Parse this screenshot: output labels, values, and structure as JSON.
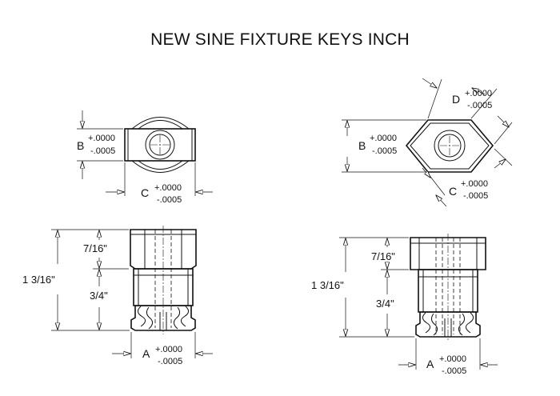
{
  "title": "NEW SINE FIXTURE KEYS INCH",
  "left": {
    "top_view": {
      "dim_b": {
        "letter": "B",
        "plus": "+.0000",
        "minus": "-.0005"
      },
      "dim_c": {
        "letter": "C",
        "plus": "+.0000",
        "minus": "-.0005"
      }
    },
    "side_view": {
      "overall": "1 3/16\"",
      "upper": "7/16\"",
      "lower": "3/4\"",
      "dim_a": {
        "letter": "A",
        "plus": "+.0000",
        "minus": "-.0005"
      }
    }
  },
  "right": {
    "top_view": {
      "dim_d": {
        "letter": "D",
        "plus": "+.0000",
        "minus": "-.0005"
      },
      "dim_b": {
        "letter": "B",
        "plus": "+.0000",
        "minus": "-.0005"
      },
      "dim_c": {
        "letter": "C",
        "plus": "+.0000",
        "minus": "-.0005"
      }
    },
    "side_view": {
      "overall": "1 3/16\"",
      "upper": "7/16\"",
      "lower": "3/4\"",
      "dim_a": {
        "letter": "A",
        "plus": "+.0000",
        "minus": "-.0005"
      }
    }
  }
}
